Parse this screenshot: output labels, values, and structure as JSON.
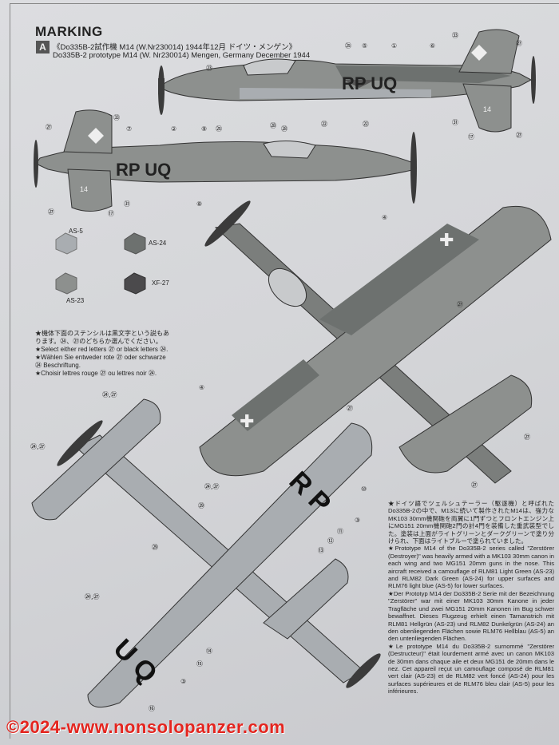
{
  "header": {
    "title": "MARKING",
    "badge": "A",
    "subtitle_jp": "《Do335B-2試作機 M14 (W.Nr230014) 1944年12月 ドイツ・メンゲン》",
    "subtitle_en": "Do335B-2 prototype M14 (W. Nr230014) Mengen, Germany December 1944"
  },
  "paints": [
    {
      "code": "AS-5",
      "color": "#a9adb1"
    },
    {
      "code": "AS-24",
      "color": "#6d716f"
    },
    {
      "code": "AS-23",
      "color": "#8d908e"
    },
    {
      "code": "XF-27",
      "color": "#4b4a4c"
    }
  ],
  "markings": {
    "side1": "RP UQ",
    "side2": "RP UQ",
    "tail": "14",
    "wing_right": "R P",
    "wing_left": "U Q"
  },
  "callouts": {
    "side1": [
      "㉓",
      "㉕",
      "⑤",
      "①",
      "⑥",
      "㉝",
      "㉗",
      "㉘",
      "㉒",
      "㉒",
      "㉛",
      "⑰",
      "㉗"
    ],
    "side2": [
      "㉗",
      "㉝",
      "⑦",
      "②",
      "⑨",
      "㉕",
      "㉘",
      "㉗",
      "⑧",
      "㉛",
      "⑰"
    ],
    "top": [
      "④",
      "㉗",
      "④",
      "㉗",
      "㉗",
      "㉗"
    ],
    "bottom": [
      "㉔,㉗",
      "㉔,㉗",
      "㉔,㉗",
      "⑩",
      "㉙",
      "③",
      "⑪",
      "⑫",
      "⑬",
      "㉙",
      "㉔,㉗",
      "⑭",
      "⑮",
      "③",
      "⑯"
    ]
  },
  "notes": [
    "★機体下面のステンシルは黒文字という説もあ",
    "ります。㉔、㉗のどちらか選んでください。",
    "★Select either red letters ㉗ or black letters ㉔.",
    "★Wählen Sie entweder rote ㉗ oder schwarze",
    "㉔ Beschriftung.",
    "★Choisir lettres rouge ㉗ ou lettres noir ㉔."
  ],
  "description": [
    "★ドイツ語でツェルシュテーラー（駆逐機）と呼ばれたDo335B-2の中で、M13に続いて製作されたM14は、強力なMK103 30mm機関砲を両翼に1門ずつとフロントエンジン上にMG151 20mm機関砲2門の計4門を装備した重武装型でした。塗装は上面がライトグリーンとダークグリーンで塗り分けられ、下面はライトブルーで塗られていました。",
    "★Prototype M14 of the Do335B-2 series called \"Zerstörer (Destroyer)\" was heavily armed with a MK103 30mm canon in each wing and two MG151 20mm guns in the nose. This aircraft received a camouflage of RLM81 Light Green (AS-23) and RLM82 Dark Green (AS-24) for upper surfaces and RLM76 light blue (AS-5) for lower surfaces.",
    "★Der Prototyp M14 der Do335B-2 Serie mit der Bezeichnung \"Zerstörer\" war mit einer MK103 30mm Kanone in jeder Tragfläche und zwei MG151 20mm Kanonen im Bug schwer bewaffnet. Dieses Flugzeug erhielt einen Tarnanstrich mit RLM81 Hellgrün (AS-23) und RLM82 Dunkelgrün (AS-24) an den obenliegenden Flächen sowie RLM76 Hellblau (AS-5) an den untenliegenden Flächen.",
    "★Le prototype M14 du Do335B-2 surnommé \"Zerstörer (Destructeur)\" était lourdement armé avec un canon MK103 de 30mm dans chaque aile et deux MG151 de 20mm dans le nez. Cet appareil reçut un camouflage composé de RLM81 vert clair (AS-23) et de RLM82 vert foncé (AS-24) pour les surfaces supérieures et de RLM76 bleu clair (AS-5) pour les inférieures."
  ],
  "watermark": "©2024-www.nonsolopanzer.com"
}
